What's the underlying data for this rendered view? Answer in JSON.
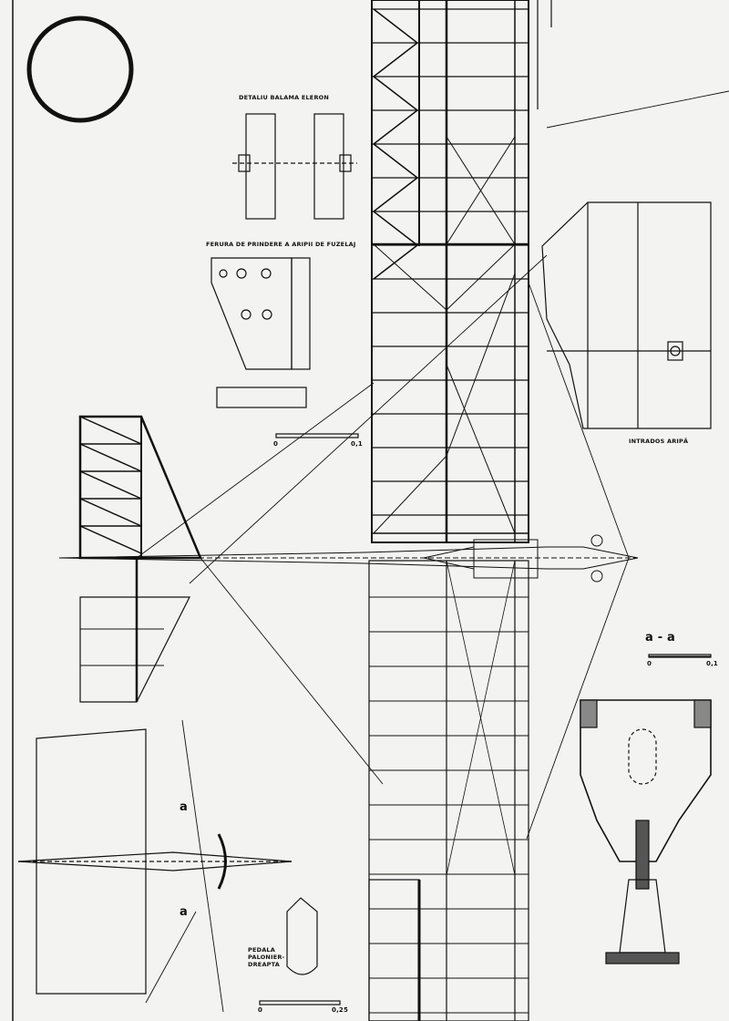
{
  "labels": {
    "hinge_detail": "DETALIU BALAMA ELERON",
    "wing_fitting": "FERURA DE PRINDERE A ARIPII DE FUZELAJ",
    "wing_underside": "INTRADOS ARIPĂ",
    "section_title": "a - a",
    "section_mark_top": "a",
    "section_mark_bottom": "a",
    "pedal_line1": "PEDALA",
    "pedal_line2": "PALONIER-",
    "pedal_line3": "DREAPTA"
  },
  "scales": {
    "fitting_scale": {
      "start": "0",
      "end": "0,1"
    },
    "section_scale": {
      "start": "0",
      "end": "0,1"
    },
    "pedal_scale": {
      "start": "0",
      "end": "0,25"
    }
  },
  "colors": {
    "ink": "#111111",
    "paper": "#f3f3f1"
  }
}
